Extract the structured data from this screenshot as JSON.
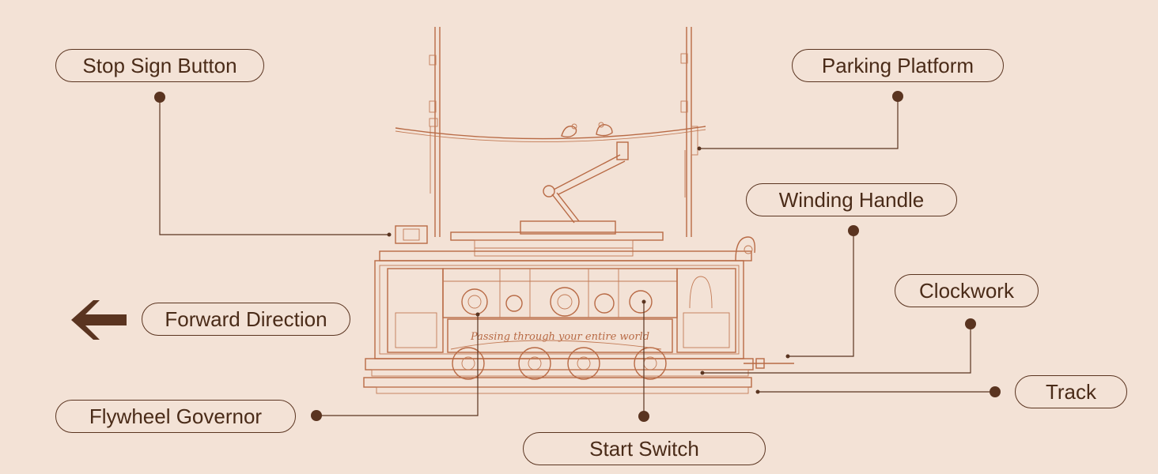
{
  "labels": {
    "stop_sign_button": "Stop Sign Button",
    "parking_platform": "Parking Platform",
    "winding_handle": "Winding Handle",
    "clockwork": "Clockwork",
    "forward_direction": "Forward Direction",
    "track": "Track",
    "flywheel_governor": "Flywheel Governor",
    "start_switch": "Start Switch"
  },
  "tram": {
    "banner_text": "Passing through your entire world"
  },
  "colors": {
    "background": "#f3e2d6",
    "engraving": "#b86a45",
    "label_text": "#4a2b18",
    "leader": "#5a3420"
  },
  "icons": {
    "direction": "left-arrow-icon"
  }
}
